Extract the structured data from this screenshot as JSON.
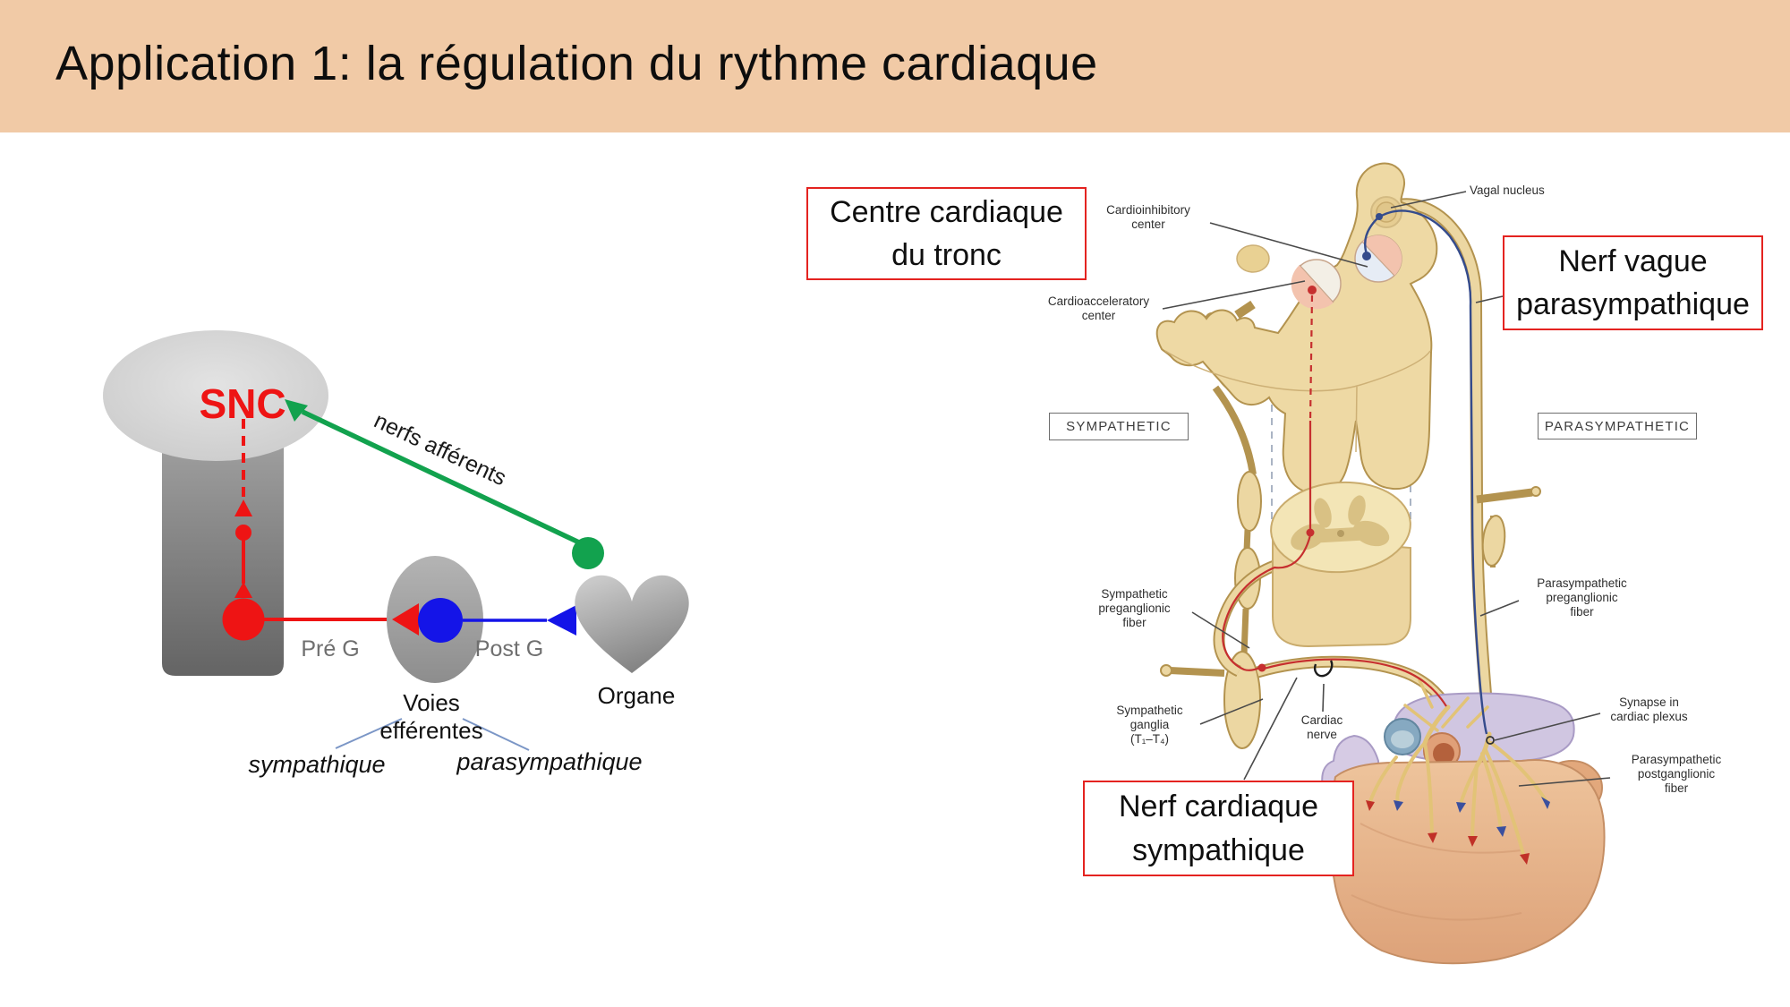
{
  "slide": {
    "title": "Application 1: la régulation du rythme cardiaque"
  },
  "left_diagram": {
    "snc_label": "SNC",
    "afferent_label": "nerfs afférents",
    "pre_g_label": "Pré G",
    "post_g_label": "Post G",
    "organ_label": "Organe",
    "efferent_label": "Voies efférentes",
    "sympathetic_label": "sympathique",
    "parasympathetic_label": "parasympathique"
  },
  "anatomy": {
    "callouts": {
      "brainstem_center": "Centre cardiaque\ndu tronc",
      "vagus_nerve": "Nerf vague\nparasympathique",
      "cardiac_nerve": "Nerf cardiaque\nsympathique"
    },
    "labels": {
      "cardioinhibitory": "Cardioinhibitory\ncenter",
      "vagal_nucleus": "Vagal nucleus",
      "cardioacceleratory": "Cardioacceleratory\ncenter",
      "sympathetic_division": "SYMPATHETIC",
      "parasympathetic_division": "PARASYMPATHETIC",
      "symp_preganglionic": "Sympathetic\npreganglionic\nfiber",
      "para_preganglionic": "Parasympathetic\npreganglionic\nfiber",
      "symp_ganglia": "Sympathetic\nganglia\n(T₁–T₄)",
      "cardiac_nerve": "Cardiac\nnerve",
      "synapse_plexus": "Synapse in\ncardiac plexus",
      "para_postganglionic": "Parasympathetic\npostganglionic\nfiber"
    }
  },
  "colors": {
    "banner": "#f1caa6",
    "schematic_red": "#ee1414",
    "schematic_green": "#12a24e",
    "schematic_blue": "#1414e8",
    "callout_border": "#e42320",
    "sympathetic_fiber": "#c62f2f",
    "parasympathetic_fiber": "#344b8c",
    "tissue_tan": "#ecd7a2",
    "tissue_outline": "#b3934f"
  }
}
